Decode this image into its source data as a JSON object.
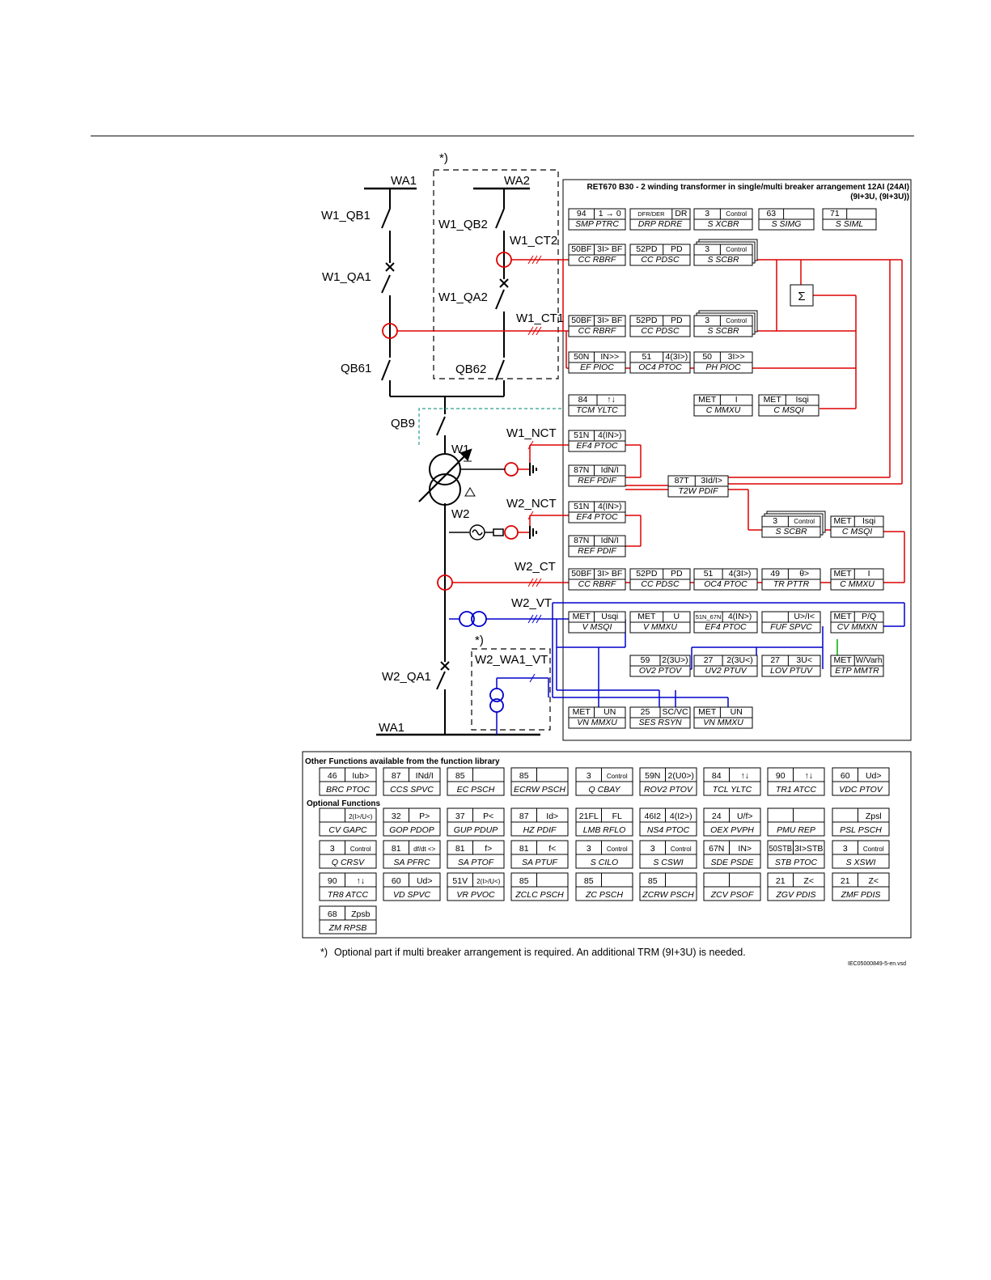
{
  "title": "RET670 B30 - 2 winding transformer in single/multi breaker arrangement 12AI (24AI)",
  "title2": "(9I+3U, (9I+3U))",
  "optional_mark": "*)",
  "labels": {
    "wa1": "WA1",
    "wa2": "WA2",
    "w1_qb1": "W1_QB1",
    "w1_qa1": "W1_QA1",
    "w1_qb2": "W1_QB2",
    "w1_ct2": "W1_CT2",
    "w1_qa2": "W1_QA2",
    "w1_ct1": "W1_CT1",
    "qb61": "QB61",
    "qb62": "QB62",
    "qb9": "QB9",
    "w1": "W1",
    "w1_nct": "W1_NCT",
    "w2": "W2",
    "w2_nct": "W2_NCT",
    "w2_ct": "W2_CT",
    "w2_vt": "W2_VT",
    "w2_wa1_vt": "W2_WA1_VT",
    "w2_qa1": "W2_QA1",
    "wa1_bottom": "WA1"
  },
  "function_blocks": [
    {
      "code": "94",
      "sym": "1 → 0",
      "name": "SMP PTRC"
    },
    {
      "code": "DFR/DER",
      "sym": "DR",
      "name": "DRP RDRE"
    },
    {
      "code": "3",
      "sym": "Control",
      "name": "S XCBR"
    },
    {
      "code": "63",
      "sym": "",
      "name": "S SIMG"
    },
    {
      "code": "71",
      "sym": "",
      "name": "S SIML"
    },
    {
      "code": "50BF",
      "sym": "3I> BF",
      "name": "CC RBRF"
    },
    {
      "code": "52PD",
      "sym": "PD",
      "name": "CC PDSC"
    },
    {
      "code": "3",
      "sym": "Control",
      "name": "S SCBR"
    },
    {
      "code": "50BF",
      "sym": "3I> BF",
      "name": "CC RBRF"
    },
    {
      "code": "52PD",
      "sym": "PD",
      "name": "CC PDSC"
    },
    {
      "code": "3",
      "sym": "Control",
      "name": "S SCBR"
    },
    {
      "code": "50N",
      "sym": "IN>>",
      "name": "EF PIOC"
    },
    {
      "code": "51",
      "sym": "4(3I>)",
      "name": "OC4 PTOC"
    },
    {
      "code": "50",
      "sym": "3I>>",
      "name": "PH PIOC"
    },
    {
      "code": "84",
      "sym": "↑↓",
      "name": "TCM YLTC"
    },
    {
      "code": "MET",
      "sym": "I",
      "name": "C MMXU"
    },
    {
      "code": "MET",
      "sym": "Isqi",
      "name": "C MSQI"
    },
    {
      "code": "51N",
      "sym": "4(IN>)",
      "name": "EF4 PTOC"
    },
    {
      "code": "87N",
      "sym": "IdN/I",
      "name": "REF PDIF"
    },
    {
      "code": "87T",
      "sym": "3Id/I>",
      "name": "T2W PDIF"
    },
    {
      "code": "51N",
      "sym": "4(IN>)",
      "name": "EF4 PTOC"
    },
    {
      "code": "87N",
      "sym": "IdN/I",
      "name": "REF PDIF"
    },
    {
      "code": "3",
      "sym": "Control",
      "name": "S SCBR"
    },
    {
      "code": "MET",
      "sym": "Isqi",
      "name": "C MSQI"
    },
    {
      "code": "50BF",
      "sym": "3I> BF",
      "name": "CC RBRF"
    },
    {
      "code": "52PD",
      "sym": "PD",
      "name": "CC PDSC"
    },
    {
      "code": "51",
      "sym": "4(3I>)",
      "name": "OC4 PTOC"
    },
    {
      "code": "49",
      "sym": "θ>",
      "name": "TR PTTR"
    },
    {
      "code": "MET",
      "sym": "I",
      "name": "C MMXU"
    },
    {
      "code": "MET",
      "sym": "Usqi",
      "name": "V MSQI"
    },
    {
      "code": "MET",
      "sym": "U",
      "name": "V MMXU"
    },
    {
      "code": "51N_67N",
      "sym": "4(IN>)",
      "name": "EF4 PTOC"
    },
    {
      "code": "",
      "sym": "U>/I<",
      "name": "FUF SPVC"
    },
    {
      "code": "MET",
      "sym": "P/Q",
      "name": "CV MMXN"
    },
    {
      "code": "59",
      "sym": "2(3U>)",
      "name": "OV2 PTOV"
    },
    {
      "code": "27",
      "sym": "2(3U<)",
      "name": "UV2 PTUV"
    },
    {
      "code": "27",
      "sym": "3U<",
      "name": "LOV PTUV"
    },
    {
      "code": "MET",
      "sym": "W/Varh",
      "name": "ETP MMTR"
    },
    {
      "code": "MET",
      "sym": "UN",
      "name": "VN MMXU"
    },
    {
      "code": "25",
      "sym": "SC/VC",
      "name": "SES RSYN"
    },
    {
      "code": "MET",
      "sym": "UN",
      "name": "VN MMXU"
    }
  ],
  "sigma": "Σ",
  "library_heading": "Other Functions available from the function library",
  "library_blocks": [
    {
      "code": "46",
      "sym": "Iub>",
      "name": "BRC PTOC"
    },
    {
      "code": "87",
      "sym": "INd/I",
      "name": "CCS SPVC"
    },
    {
      "code": "85",
      "sym": "",
      "name": "EC PSCH"
    },
    {
      "code": "85",
      "sym": "",
      "name": "ECRW PSCH"
    },
    {
      "code": "3",
      "sym": "Control",
      "name": "Q CBAY"
    },
    {
      "code": "59N",
      "sym": "2(U0>)",
      "name": "ROV2 PTOV"
    },
    {
      "code": "84",
      "sym": "↑↓",
      "name": "TCL YLTC"
    },
    {
      "code": "90",
      "sym": "↑↓",
      "name": "TR1 ATCC"
    },
    {
      "code": "60",
      "sym": "Ud>",
      "name": "VDC PTOV"
    }
  ],
  "optional_heading": "Optional Functions",
  "optional_blocks": [
    {
      "code": "",
      "sym": "2(I>/U<)",
      "name": "CV GAPC"
    },
    {
      "code": "32",
      "sym": "P>",
      "name": "GOP PDOP"
    },
    {
      "code": "37",
      "sym": "P<",
      "name": "GUP PDUP"
    },
    {
      "code": "87",
      "sym": "Id>",
      "name": "HZ PDIF"
    },
    {
      "code": "21FL",
      "sym": "FL",
      "name": "LMB RFLO"
    },
    {
      "code": "46I2",
      "sym": "4(I2>)",
      "name": "NS4 PTOC"
    },
    {
      "code": "24",
      "sym": "U/f>",
      "name": "OEX PVPH"
    },
    {
      "code": "",
      "sym": "",
      "name": "PMU REP"
    },
    {
      "code": "",
      "sym": "Zpsl",
      "name": "PSL PSCH"
    },
    {
      "code": "3",
      "sym": "Control",
      "name": "Q CRSV"
    },
    {
      "code": "81",
      "sym": "df/dt <>",
      "name": "SA PFRC"
    },
    {
      "code": "81",
      "sym": "f>",
      "name": "SA PTOF"
    },
    {
      "code": "81",
      "sym": "f<",
      "name": "SA PTUF"
    },
    {
      "code": "3",
      "sym": "Control",
      "name": "S CILO"
    },
    {
      "code": "3",
      "sym": "Control",
      "name": "S CSWI"
    },
    {
      "code": "67N",
      "sym": "IN>",
      "name": "SDE PSDE"
    },
    {
      "code": "50STB",
      "sym": "3I>STB",
      "name": "STB PTOC"
    },
    {
      "code": "3",
      "sym": "Control",
      "name": "S XSWI"
    },
    {
      "code": "90",
      "sym": "↑↓",
      "name": "TR8 ATCC"
    },
    {
      "code": "60",
      "sym": "Ud>",
      "name": "VD SPVC"
    },
    {
      "code": "51V",
      "sym": "2(I>/U<)",
      "name": "VR PVOC"
    },
    {
      "code": "85",
      "sym": "",
      "name": "ZCLC PSCH"
    },
    {
      "code": "85",
      "sym": "",
      "name": "ZC PSCH"
    },
    {
      "code": "85",
      "sym": "",
      "name": "ZCRW PSCH"
    },
    {
      "code": "",
      "sym": "",
      "name": "ZCV PSOF"
    },
    {
      "code": "21",
      "sym": "Z<",
      "name": "ZGV PDIS"
    },
    {
      "code": "21",
      "sym": "Z<",
      "name": "ZMF PDIS"
    },
    {
      "code": "68",
      "sym": "Zpsb",
      "name": "ZM RPSB"
    }
  ],
  "footnote": "Optional part if multi breaker arrangement is required. An additional TRM (9I+3U) is needed.",
  "figure_ref": "IEC05000849-5-en.vsd",
  "colors": {
    "current": "#dd0000",
    "voltage": "#0000cc",
    "dashed_link": "#2a9d8f",
    "green": "#00aa00"
  }
}
